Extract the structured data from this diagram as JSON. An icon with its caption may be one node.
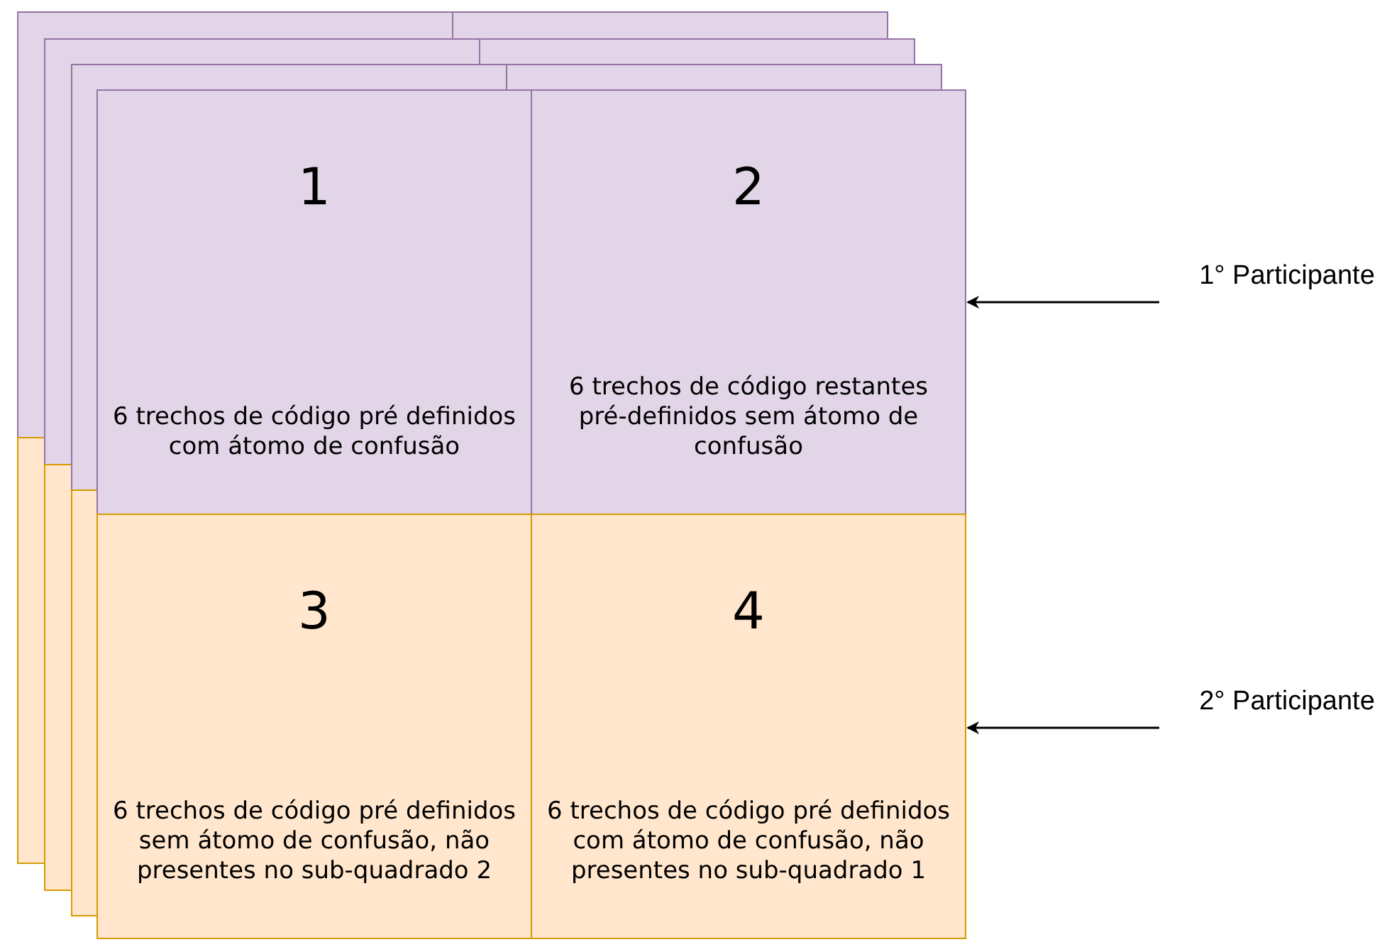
{
  "diagram": {
    "nodes": [
      {
        "text": [
          "1",
          "6 trechos de código pré definidos com átomo de confusão"
        ]
      },
      {
        "text": [
          "2",
          "6 trechos de código restantes pré-definidos sem átomo de confusão"
        ]
      },
      {
        "text": [
          "3",
          "6 trechos de código pré definidos sem átomo de confusão, não presentes no sub-quadrado 2"
        ]
      },
      {
        "text": [
          "4",
          "6 trechos de código pré definidos com átomo de confusão, não presentes no sub-quadrado 1"
        ]
      },
      {
        "text": [
          "1° Participante"
        ]
      },
      {
        "text": [
          "2° Participante"
        ]
      }
    ],
    "edges": [
      {
        "from": 4,
        "to": 1,
        "arrow": "to"
      },
      {
        "from": 5,
        "to": 3,
        "arrow": "to"
      }
    ]
  }
}
